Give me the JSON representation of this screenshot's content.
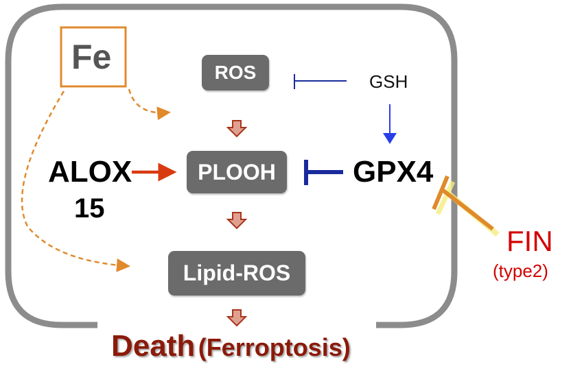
{
  "nodes": {
    "fe": "Fe",
    "ros": "ROS",
    "gsh": "GSH",
    "plooh": "PLOOH",
    "alox_line1": "ALOX",
    "alox_line2": "15",
    "gpx4": "GPX4",
    "lipid_ros": "Lipid-ROS",
    "fin": "FIN",
    "fin_type": "(type2)",
    "death": "Death",
    "death_sub": "(Ferroptosis)"
  },
  "colors": {
    "cell_outline": "#8c8c8c",
    "node_box": "#6b6b6b",
    "fe_orange": "#e08a2c",
    "inhibit_blue": "#1a2a9c",
    "activate_blue": "#2a3ee8",
    "alox_arrow": "#d83a10",
    "flow_arrow": "#a8341c",
    "fin_red": "#d40000",
    "death_red": "#8b1a0a"
  }
}
